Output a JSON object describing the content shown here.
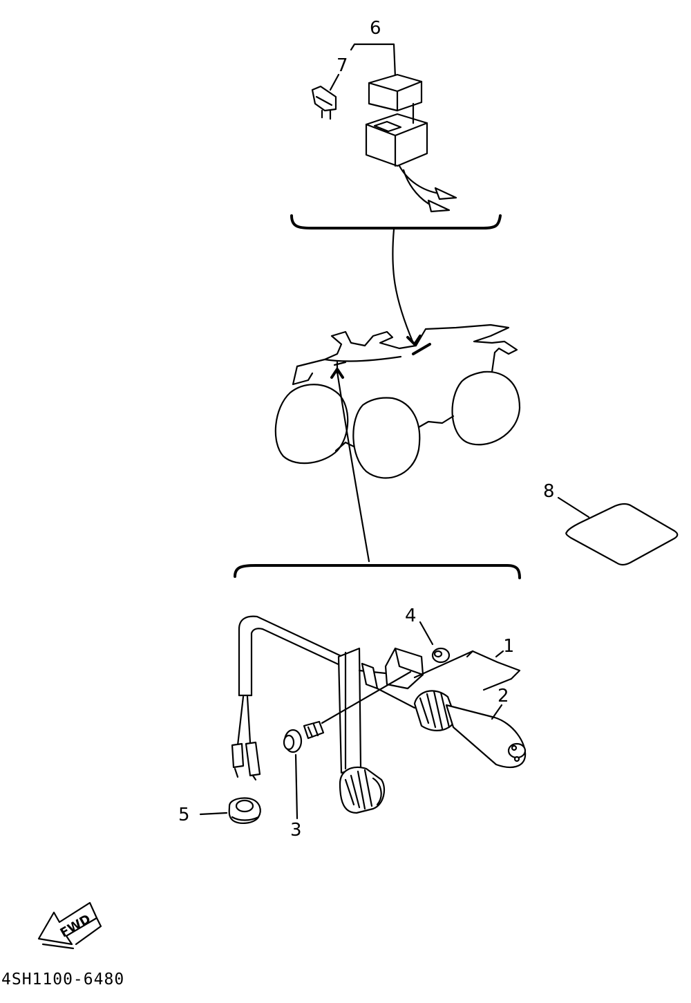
{
  "callouts": [
    {
      "id": "1",
      "text": "1"
    },
    {
      "id": "2",
      "text": "2"
    },
    {
      "id": "3",
      "text": "3"
    },
    {
      "id": "4",
      "text": "4"
    },
    {
      "id": "5",
      "text": "5"
    },
    {
      "id": "6",
      "text": "6"
    },
    {
      "id": "7",
      "text": "7"
    },
    {
      "id": "8",
      "text": "8"
    }
  ],
  "fwd_label": "FWD",
  "diagram_code": "4SH1100-6480",
  "line_color": "#000000",
  "background": "#ffffff"
}
